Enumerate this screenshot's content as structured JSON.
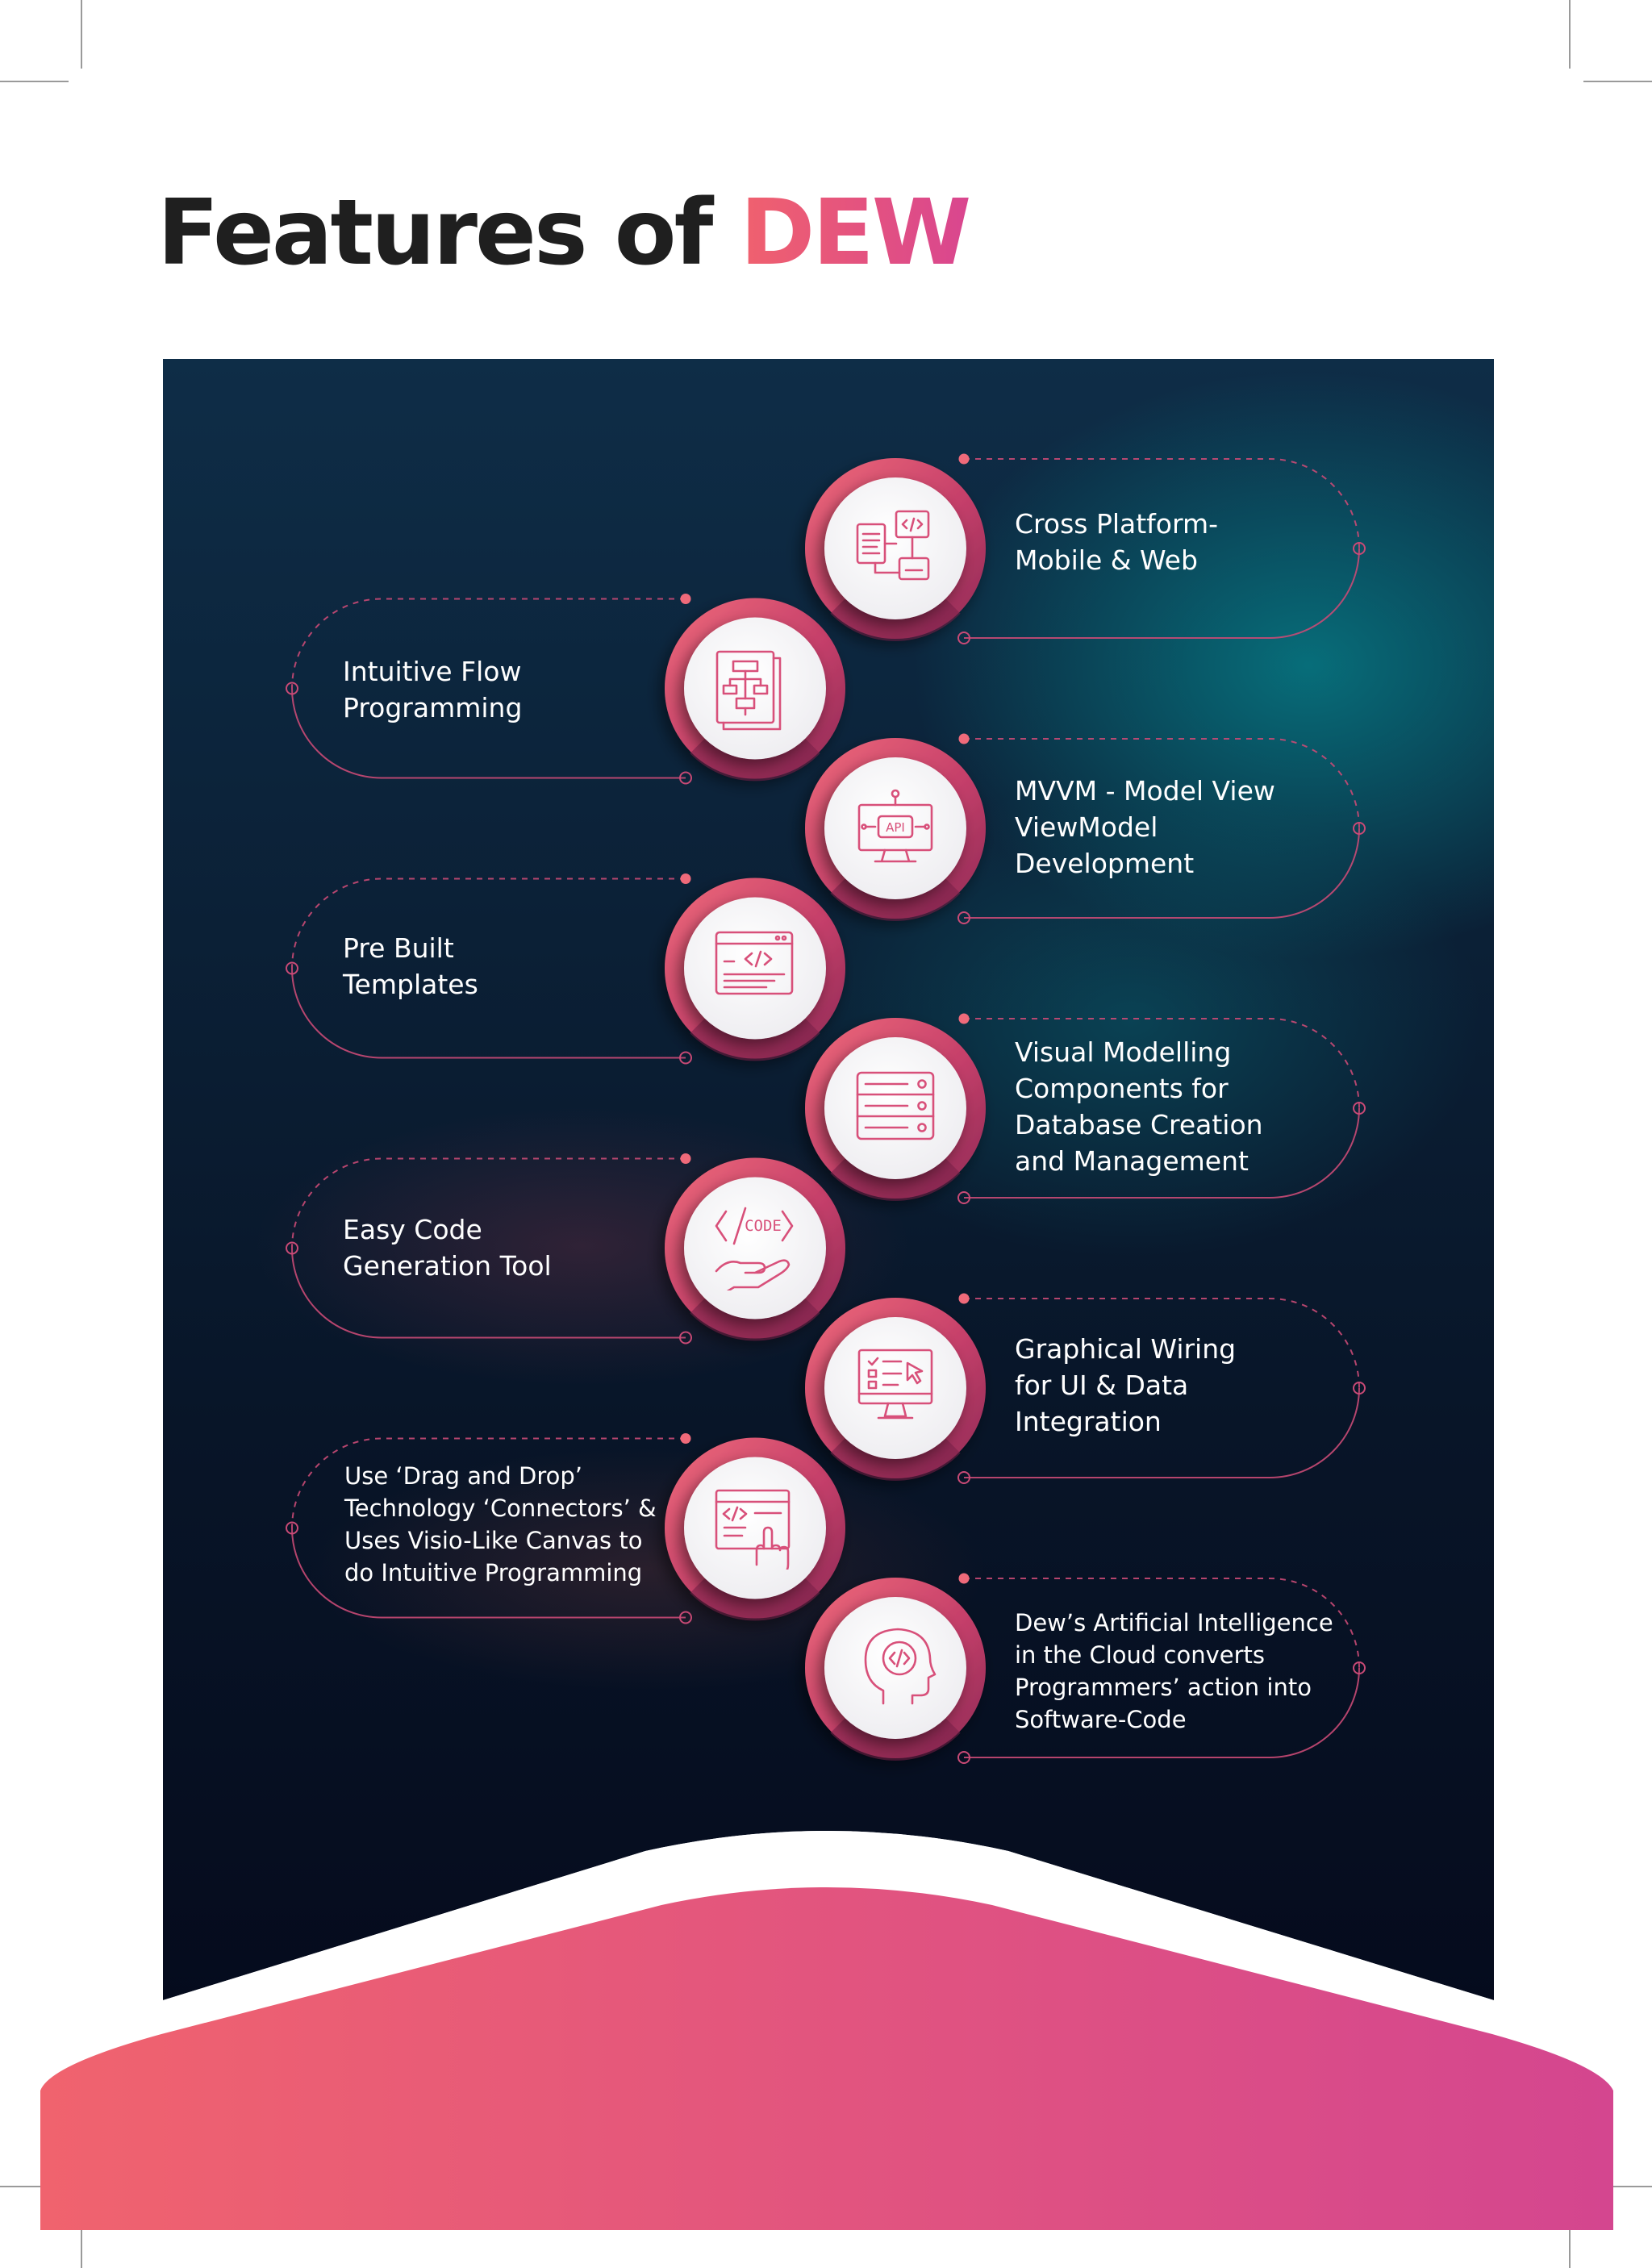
{
  "header": {
    "title_prefix": "Features of",
    "title_brand": "DEW"
  },
  "colors": {
    "accent_start": "#f0616e",
    "accent_end": "#d9468f",
    "panel_dark": "#050b1d",
    "panel_teal": "#067a84"
  },
  "features": [
    {
      "icon": "cross-platform-icon",
      "lines": [
        "Cross Platform-",
        "Mobile & Web"
      ]
    },
    {
      "icon": "flow-chart-icon",
      "lines": [
        "Intuitive Flow",
        "Programming"
      ]
    },
    {
      "icon": "api-monitor-icon",
      "lines": [
        "MVVM - Model View",
        "ViewModel",
        "Development"
      ]
    },
    {
      "icon": "code-window-icon",
      "lines": [
        "Pre Built",
        "Templates"
      ]
    },
    {
      "icon": "database-server-icon",
      "lines": [
        "Visual Modelling",
        "Components for",
        "Database Creation",
        "and Management"
      ]
    },
    {
      "icon": "code-hand-icon",
      "lines": [
        "Easy Code",
        "Generation Tool"
      ]
    },
    {
      "icon": "ui-wiring-icon",
      "lines": [
        "Graphical Wiring",
        "for UI & Data",
        "Integration"
      ]
    },
    {
      "icon": "drag-drop-icon",
      "lines": [
        "Use ‘Drag and Drop’",
        "Technology ‘Connectors’ &",
        "Uses Visio-Like Canvas to",
        "do Intuitive Programming"
      ]
    },
    {
      "icon": "ai-head-icon",
      "lines": [
        "Dew’s Artificial Intelligence",
        "in the Cloud converts",
        "Programmers’ action into",
        "Software-Code"
      ]
    }
  ]
}
